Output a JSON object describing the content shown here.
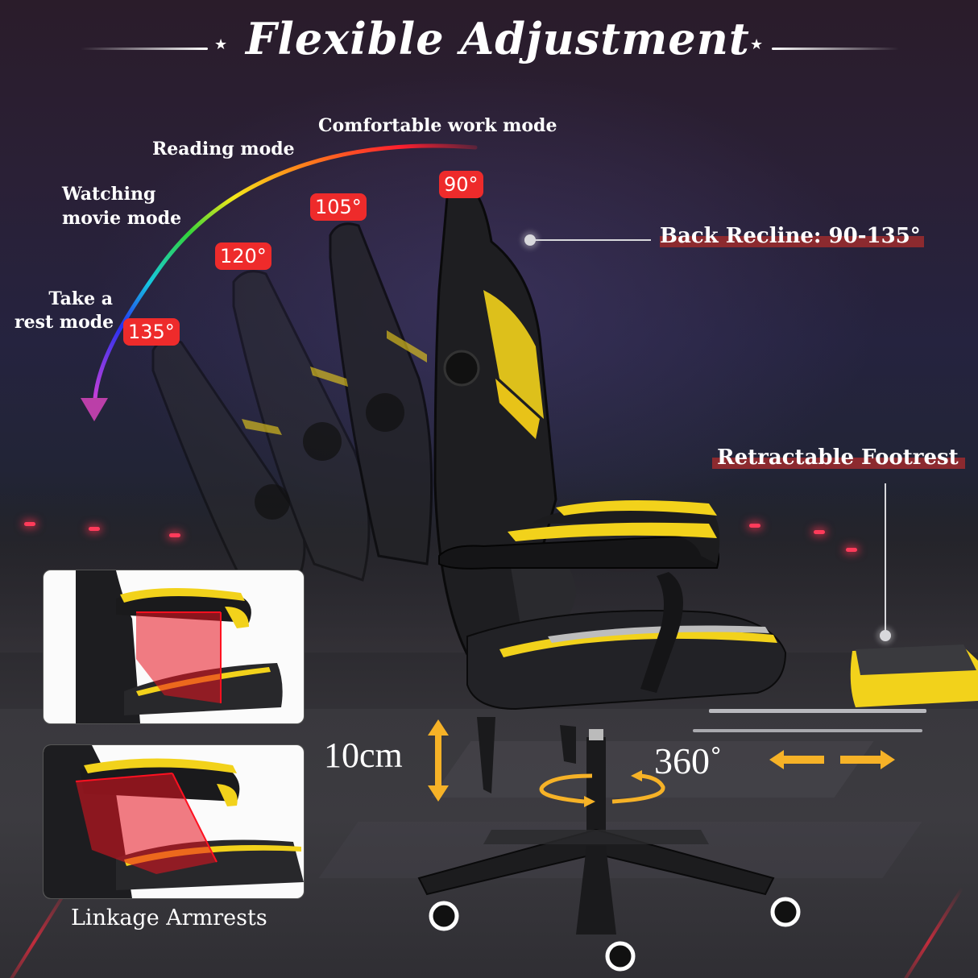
{
  "title": {
    "text": "Flexible Adjustment",
    "decoration_icon": "star-icon"
  },
  "recline": {
    "modes": [
      {
        "label_lines": [
          "Comfortable work mode"
        ],
        "angle": "90°"
      },
      {
        "label_lines": [
          "Reading mode"
        ],
        "angle": "105°"
      },
      {
        "label_lines": [
          "Watching",
          "movie mode"
        ],
        "angle": "120°"
      },
      {
        "label_lines": [
          "Take a",
          "rest mode"
        ],
        "angle": "135°"
      }
    ],
    "arc_icon": "rainbow-arrow-icon",
    "callout": "Back Recline: 90-135°"
  },
  "footrest": {
    "callout": "Retractable Footrest",
    "arrow_icon": "horizontal-double-arrow-icon"
  },
  "height": {
    "value": "10cm",
    "arrow_icon": "vertical-double-arrow-icon"
  },
  "swivel": {
    "value": "360˚",
    "icon": "rotation-arrow-icon"
  },
  "armrests": {
    "caption": "Linkage Armrests",
    "insets": [
      "armrest-raised",
      "armrest-lowered"
    ]
  },
  "colors": {
    "accent_yellow": "#f2d21b",
    "badge_red": "#ee2b2b",
    "highlight_red": "#8c2a2f",
    "arrow_orange": "#f6b227",
    "chair_black": "#1c1c1e"
  }
}
